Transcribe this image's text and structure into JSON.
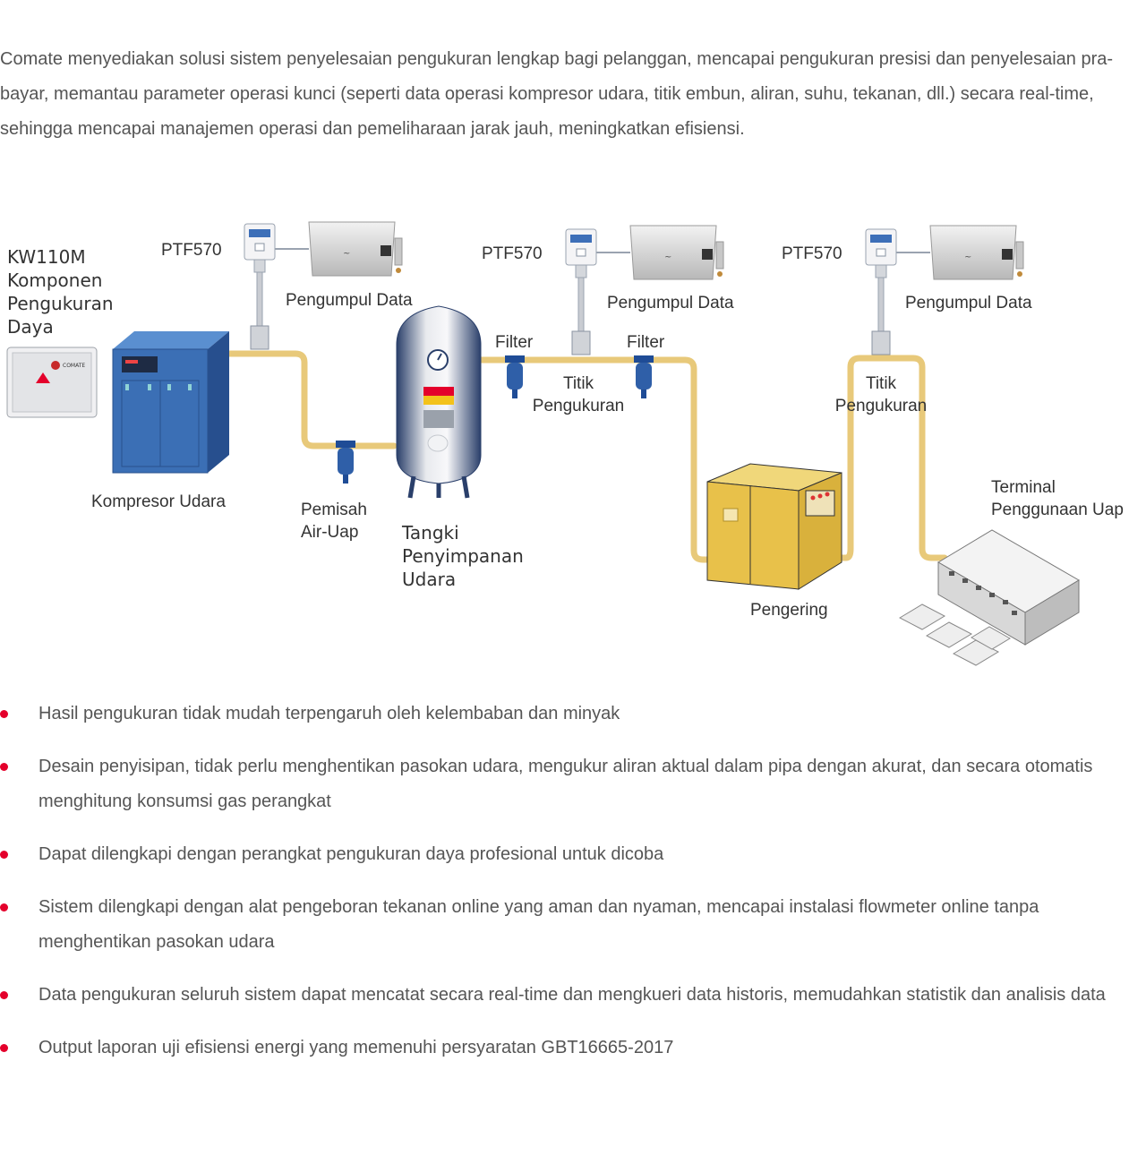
{
  "intro_text": "Comate menyediakan solusi sistem penyelesaian pengukuran lengkap bagi pelanggan, mencapai pengukuran presisi dan penyelesaian pra-bayar, memantau parameter operasi kunci (seperti data operasi kompresor udara, titik embun, aliran, suhu, tekanan, dll.) secara real-time, sehingga mencapai manajemen operasi dan pemeliharaan jarak jauh, meningkatkan efisiensi.",
  "diagram": {
    "power_module": {
      "line1": "KW110M",
      "line2": "Komponen",
      "line3": "Pengukuran",
      "line4": "Daya"
    },
    "meter_label": "PTF570",
    "collector_label": "Pengumpul Data",
    "compressor_label": "Kompresor Udara",
    "separator": {
      "line1": "Pemisah",
      "line2": "Air-Uap"
    },
    "tank": {
      "line1": "Tangki",
      "line2": "Penyimpanan",
      "line3": "Udara"
    },
    "filter_label": "Filter",
    "measure_point": {
      "line1": "Titik",
      "line2": "Pengukuran"
    },
    "dryer_label": "Pengering",
    "terminal": {
      "line1": "Terminal",
      "line2": "Penggunaan Uap"
    }
  },
  "features": [
    "Hasil pengukuran tidak mudah terpengaruh oleh kelembaban dan minyak",
    "Desain penyisipan, tidak perlu menghentikan pasokan udara, mengukur aliran aktual dalam pipa dengan akurat, dan secara otomatis menghitung konsumsi gas perangkat",
    "Dapat dilengkapi dengan perangkat pengukuran daya profesional untuk dicoba",
    "Sistem dilengkapi dengan alat pengeboran tekanan online yang aman dan nyaman, mencapai instalasi flowmeter online tanpa menghentikan pasokan udara",
    "Data pengukuran seluruh sistem dapat mencatat secara real-time dan mengkueri data historis, memudahkan statistik dan analisis data",
    "Output laporan uji efisiensi energi yang memenuhi persyaratan GBT16665-2017"
  ],
  "colors": {
    "pipe": "#e8c97a",
    "compressor": "#3b6fb5",
    "dryer": "#e8c14a",
    "filter": "#2f5fa8",
    "bullet": "#e4002b"
  }
}
